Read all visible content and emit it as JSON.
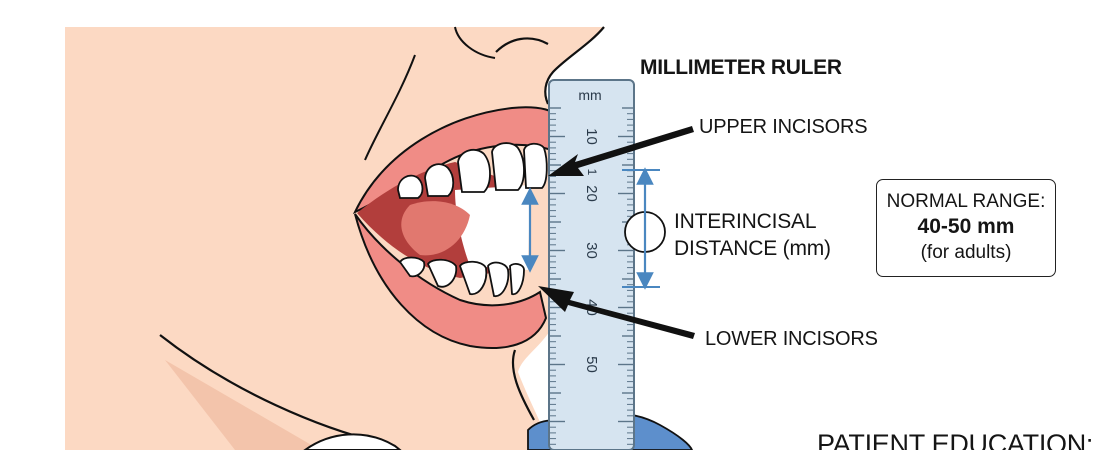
{
  "labels": {
    "ruler_title": "MILLIMETER RULER",
    "upper_incisors": "UPPER INCISORS",
    "lower_incisors": "LOWER INCISORS",
    "interincisal_line1": "INTERINCISAL",
    "interincisal_line2": "DISTANCE (mm)",
    "patient_education": "PATIENT EDUCATION:"
  },
  "ruler": {
    "unit": "mm",
    "numbers": [
      "10",
      "20",
      "30",
      "40",
      "50"
    ]
  },
  "normal_range": {
    "heading": "NORMAL RANGE:",
    "value": "40-50 mm",
    "note": "(for adults)"
  },
  "colors": {
    "skin": "#fcd9c3",
    "lips": "#f08c86",
    "mouth_dark": "#b23e3c",
    "tongue": "#e1786f",
    "ruler": "#d6e4f0",
    "ruler_edge": "#5c7589",
    "glove": "#5d8fcc",
    "measure_arrow": "#4a87c0"
  }
}
